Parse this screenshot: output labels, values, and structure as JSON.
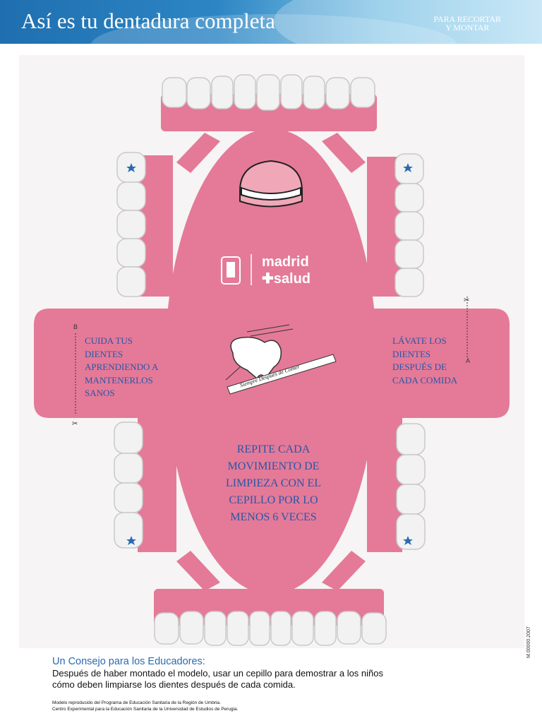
{
  "header": {
    "title": "Así es tu dentadura completa",
    "subtitle_line1": "PARA RECORTAR",
    "subtitle_line2": "Y MONTAR"
  },
  "logo": {
    "line1": "madrid",
    "line2": "salud"
  },
  "left_panel": {
    "letter": "B",
    "lines": [
      "CUIDA TUS",
      "DIENTES",
      "APRENDIENDO A",
      "MANTENERLOS",
      "SANOS"
    ]
  },
  "right_panel": {
    "letter": "A",
    "lines": [
      "LÁVATE LOS",
      "DIENTES",
      "DESPUÉS DE",
      "CADA COMIDA"
    ]
  },
  "center_panel": {
    "lines": [
      "REPITE CADA",
      "MOVIMIENTO DE",
      "LIMPIEZA CON EL",
      "CEPILLO POR LO",
      "MENOS 6 VECES"
    ]
  },
  "mascot_caption": "Siempre Después de Comer",
  "consejo": {
    "title": "Un Consejo para los Educadores:",
    "line1": "Después de haber montado el modelo, usar un cepillo para demostrar a los niños",
    "line2": "cómo deben limpiarse los dientes después de cada comida."
  },
  "credits": {
    "line1": "Modelo reproducido del Programa de Educación Sanitaria de la Región de Umbria.",
    "line2": "Centro Experimental para la Educación Sanitaria de la Universidad de Estudios de Perugia."
  },
  "code": "M.00000.2007",
  "colors": {
    "pink": "#e47a98",
    "blue_text": "#2a55a8",
    "header_blue": "#1f6fb0"
  }
}
